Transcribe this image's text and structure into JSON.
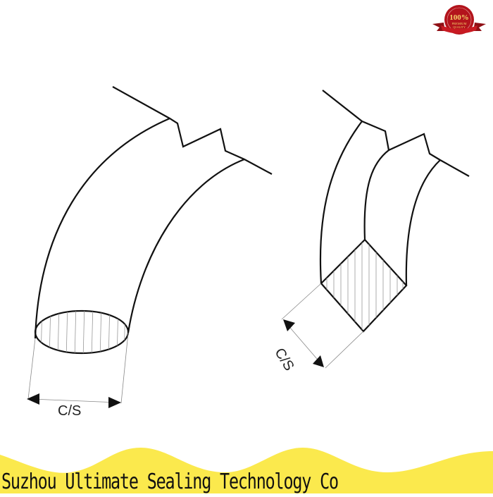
{
  "badge": {
    "percent": "100%",
    "line1": "PREMIUM",
    "line2": "QUALITY",
    "arc_text": "SATISFACTION GUARANTEED",
    "color": "#b3141c"
  },
  "diagram": {
    "round_oring": {
      "dimension_label": "C/S"
    },
    "square_ring": {
      "dimension_label": "C/S"
    }
  },
  "footer": {
    "company_name": "Suzhou Ultimate Sealing Technology Co",
    "background_color": "#fbe94d"
  }
}
